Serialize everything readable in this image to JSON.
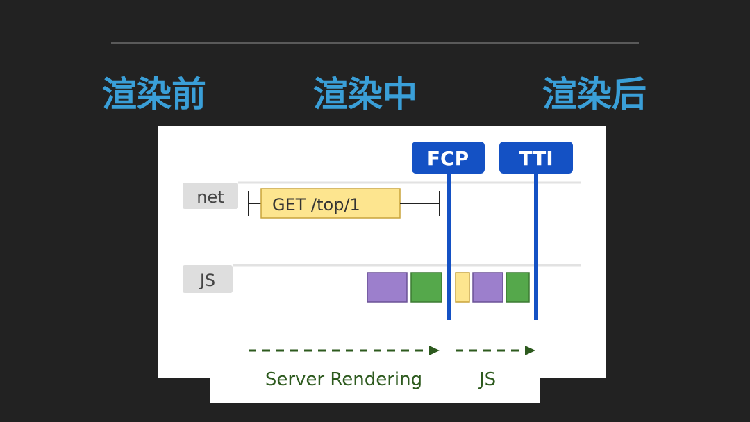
{
  "colors": {
    "background": "#222222",
    "title": "#3a9fd8",
    "marker": "#1451c4",
    "request": "#fde58f",
    "js_purple": "#9c7fcc",
    "js_green": "#55a84b",
    "js_yellow": "#fde58f",
    "phase_text": "#2d5a1e",
    "lane_label_bg": "#dedede",
    "lane_label_text": "#444444"
  },
  "stages": [
    {
      "label": "渲染前"
    },
    {
      "label": "渲染中"
    },
    {
      "label": "渲染后"
    }
  ],
  "lanes": [
    {
      "label": "net"
    },
    {
      "label": "JS"
    }
  ],
  "request": {
    "label": "GET /top/1"
  },
  "markers": [
    {
      "label": "FCP"
    },
    {
      "label": "TTI"
    }
  ],
  "phases": [
    {
      "label": "Server Rendering"
    },
    {
      "label": "JS"
    }
  ],
  "js_tasks": [
    {
      "kind": "purple"
    },
    {
      "kind": "green"
    },
    {
      "kind": "yellow"
    },
    {
      "kind": "purple"
    },
    {
      "kind": "green"
    }
  ]
}
